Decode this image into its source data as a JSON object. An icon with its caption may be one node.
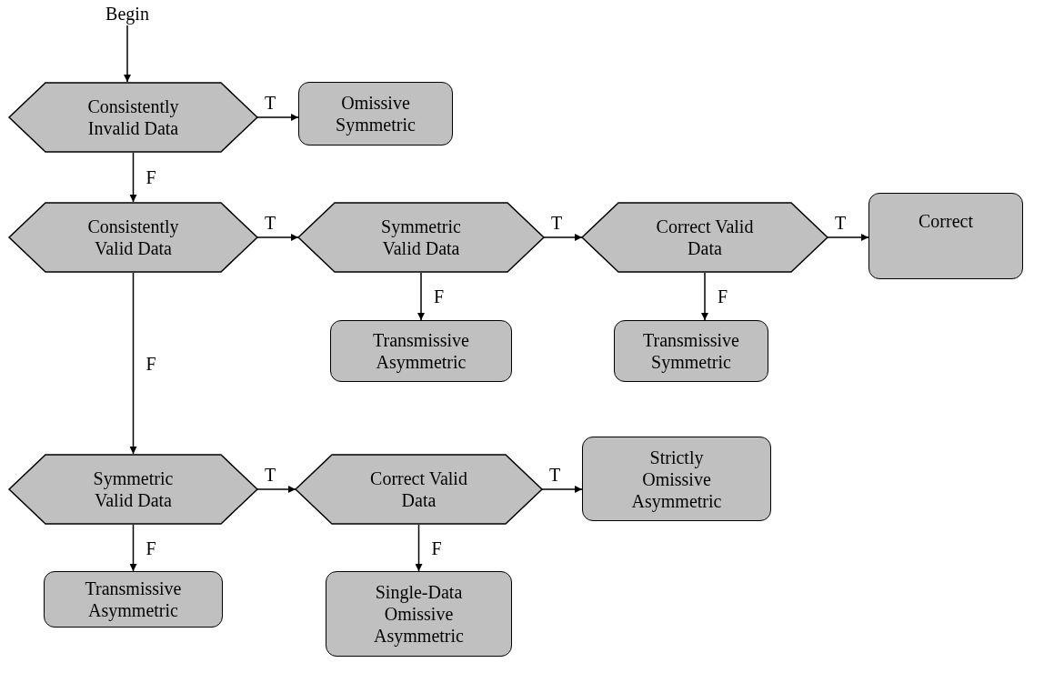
{
  "diagram": {
    "nodes": [
      {
        "text": [
          "Begin"
        ]
      },
      {
        "text": [
          "Consistently Invalid Data"
        ]
      },
      {
        "text": [
          "Omissive Symmetric"
        ]
      },
      {
        "text": [
          "Consistently Valid Data"
        ]
      },
      {
        "text": [
          "Symmetric Valid Data"
        ]
      },
      {
        "text": [
          "Correct Valid Data"
        ]
      },
      {
        "text": [
          "Correct"
        ]
      },
      {
        "text": [
          "Transmissive Asymmetric"
        ]
      },
      {
        "text": [
          "Transmissive Symmetric"
        ]
      },
      {
        "text": [
          "Symmetric Valid Data"
        ]
      },
      {
        "text": [
          "Correct Valid Data"
        ]
      },
      {
        "text": [
          "Strictly Omissive Asymmetric"
        ]
      },
      {
        "text": [
          "Transmissive Asymmetric"
        ]
      },
      {
        "text": [
          "Single-Data Omissive Asymmetric"
        ]
      }
    ],
    "edges": [
      {
        "from": 0,
        "to": 1,
        "arrow": "to"
      },
      {
        "from": 1,
        "to": 2,
        "arrow": "to",
        "label": "T"
      },
      {
        "from": 1,
        "to": 3,
        "arrow": "to",
        "label": "F"
      },
      {
        "from": 3,
        "to": 4,
        "arrow": "to",
        "label": "T"
      },
      {
        "from": 3,
        "to": 9,
        "arrow": "to",
        "label": "F"
      },
      {
        "from": 4,
        "to": 5,
        "arrow": "to",
        "label": "T"
      },
      {
        "from": 4,
        "to": 7,
        "arrow": "to",
        "label": "F"
      },
      {
        "from": 5,
        "to": 6,
        "arrow": "to",
        "label": "T"
      },
      {
        "from": 5,
        "to": 8,
        "arrow": "to",
        "label": "F"
      },
      {
        "from": 9,
        "to": 10,
        "arrow": "to",
        "label": "T"
      },
      {
        "from": 9,
        "to": 12,
        "arrow": "to",
        "label": "F"
      },
      {
        "from": 10,
        "to": 11,
        "arrow": "to",
        "label": "T"
      },
      {
        "from": 10,
        "to": 13,
        "arrow": "to",
        "label": "F"
      }
    ]
  }
}
